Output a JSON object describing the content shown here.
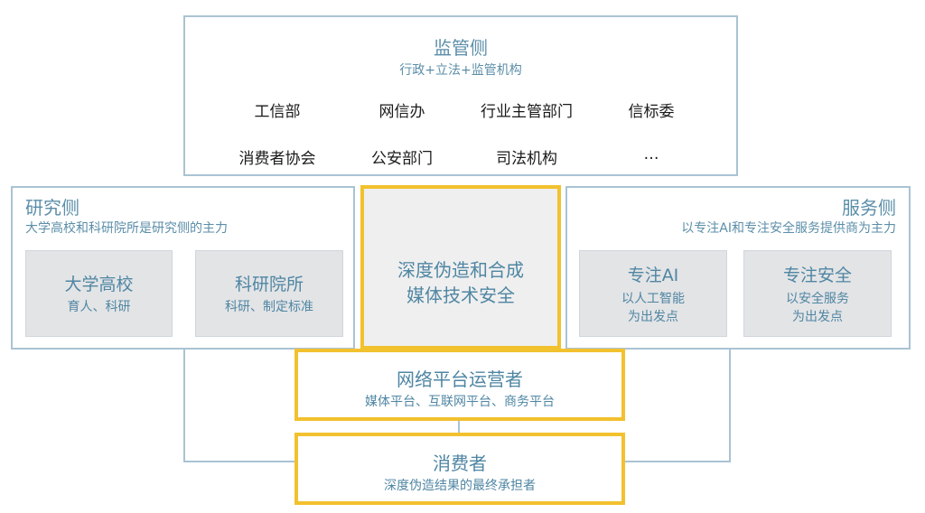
{
  "regulator": {
    "title": "监管侧",
    "subtitle": "行政+立法+监管机构",
    "items": [
      "工信部",
      "网信办",
      "行业主管部门",
      "信标委",
      "消费者协会",
      "公安部门",
      "司法机构",
      "…"
    ]
  },
  "research": {
    "title": "研究侧",
    "subtitle": "大学高校和科研院所是研究侧的主力",
    "boxes": [
      {
        "title": "大学高校",
        "sub": "育人、科研"
      },
      {
        "title": "科研院所",
        "sub": "科研、制定标准"
      }
    ]
  },
  "center": {
    "line1": "深度伪造和合成",
    "line2": "媒体技术安全"
  },
  "service": {
    "title": "服务侧",
    "subtitle": "以专注AI和专注安全服务提供商为主力",
    "boxes": [
      {
        "title": "专注AI",
        "sub1": "以人工智能",
        "sub2": "为出发点"
      },
      {
        "title": "专注安全",
        "sub1": "以安全服务",
        "sub2": "为出发点"
      }
    ]
  },
  "platform": {
    "title": "网络平台运营者",
    "subtitle": "媒体平台、互联网平台、商务平台"
  },
  "consumer": {
    "title": "消费者",
    "subtitle": "深度伪造结果的最终承担者"
  },
  "colors": {
    "accent_yellow": "#f2c12e",
    "frame_blue": "#a9c3d3",
    "text_teal": "#5b8ea8"
  }
}
